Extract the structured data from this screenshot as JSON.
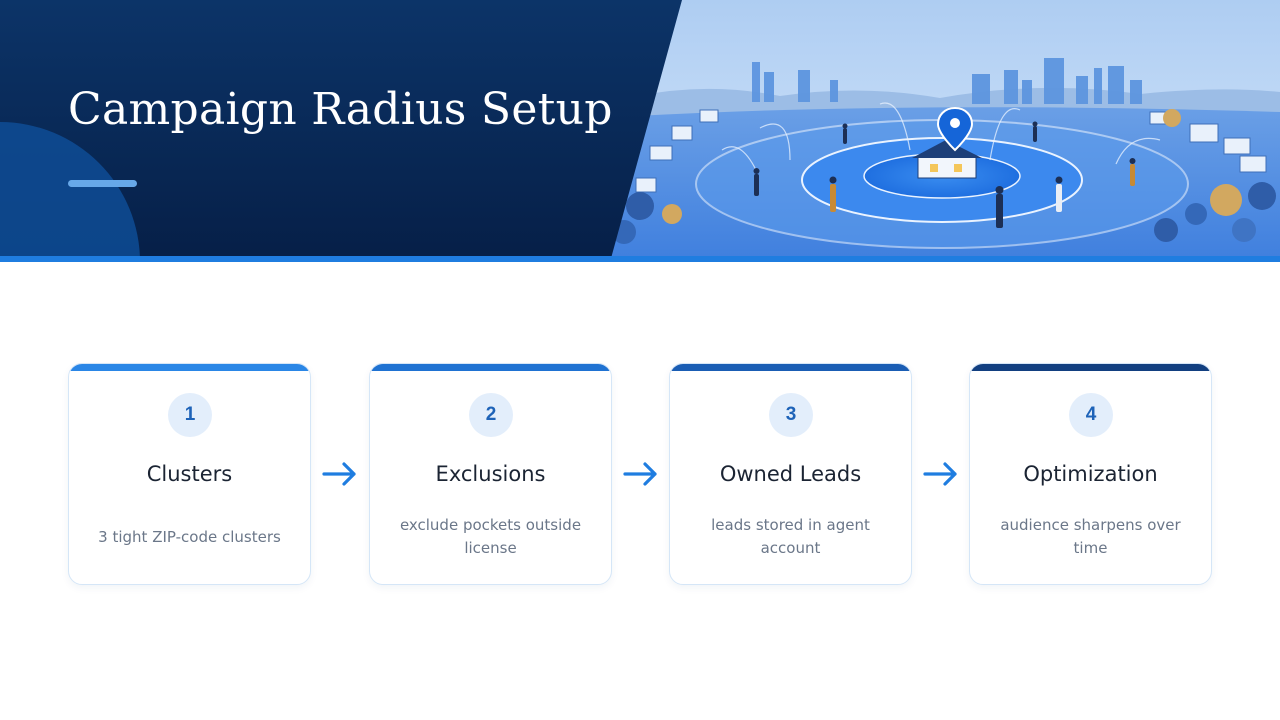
{
  "header": {
    "title": "Campaign Radius Setup"
  },
  "colors": {
    "navy": "#0b2c5e",
    "accent_blue": "#1f7de0",
    "arrow_blue": "#1f7de0",
    "underline": "#67a8e8"
  },
  "icons": {
    "arrow": "arrow-right-icon",
    "pin": "map-pin-icon"
  },
  "steps": [
    {
      "number": "1",
      "title": "Clusters",
      "description": "3 tight ZIP-code clusters",
      "bar_color": "#2a86e6"
    },
    {
      "number": "2",
      "title": "Exclusions",
      "description": "exclude pockets outside license",
      "bar_color": "#1f72d2"
    },
    {
      "number": "3",
      "title": "Owned Leads",
      "description": "leads stored in agent account",
      "bar_color": "#1a5db4"
    },
    {
      "number": "4",
      "title": "Optimization",
      "description": "audience sharpens over time",
      "bar_color": "#123f80"
    }
  ]
}
